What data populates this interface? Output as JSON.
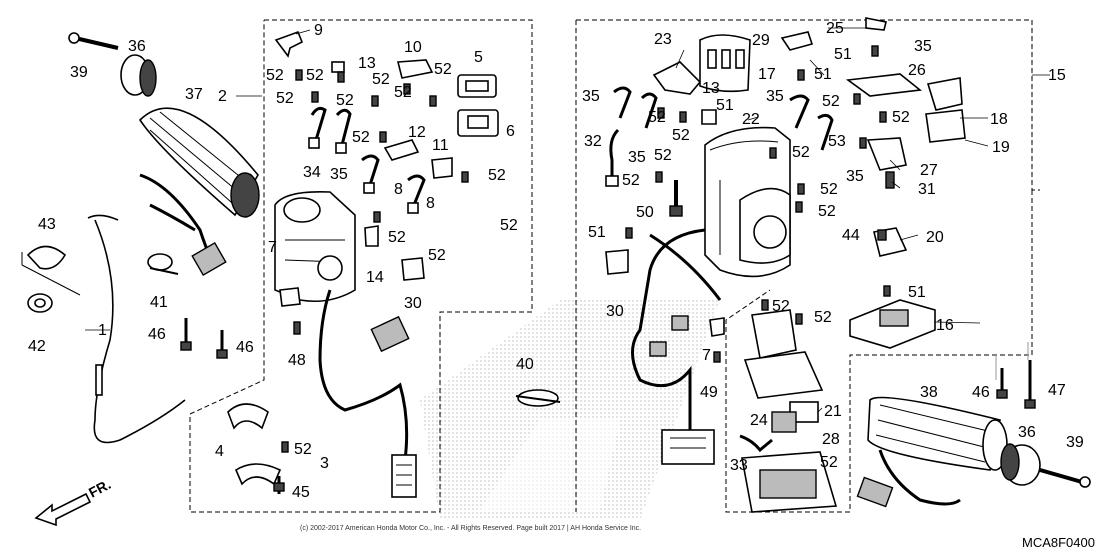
{
  "diagram": {
    "code": "MCA8F0400",
    "direction_label": "FR.",
    "copyright": "(c) 2002-2017 American Honda Motor Co., Inc. - All Rights Reserved. Page built 2017 | AH Honda Service Inc.",
    "callouts": {
      "c1": "1",
      "c2": "2",
      "c3": "3",
      "c4": "4",
      "c5": "5",
      "c6": "6",
      "c7a": "7",
      "c7b": "7",
      "c8a": "8",
      "c8b": "8",
      "c9": "9",
      "c10": "10",
      "c11": "11",
      "c12": "12",
      "c13a": "13",
      "c13b": "13",
      "c14": "14",
      "c15": "15",
      "c16": "16",
      "c17": "17",
      "c18": "18",
      "c19": "19",
      "c20": "20",
      "c21": "21",
      "c22": "22",
      "c23": "23",
      "c24": "24",
      "c25": "25",
      "c26": "26",
      "c27": "27",
      "c28": "28",
      "c29": "29",
      "c30a": "30",
      "c30b": "30",
      "c31": "31",
      "c32": "32",
      "c33": "33",
      "c34": "34",
      "c35a": "35",
      "c35b": "35",
      "c35c": "35",
      "c35d": "35",
      "c35e": "35",
      "c35f": "35",
      "c36a": "36",
      "c36b": "36",
      "c37": "37",
      "c38": "38",
      "c39a": "39",
      "c39b": "39",
      "c40": "40",
      "c41": "41",
      "c42": "42",
      "c43": "43",
      "c44": "44",
      "c45": "45",
      "c46a": "46",
      "c46b": "46",
      "c46c": "46",
      "c47": "47",
      "c48": "48",
      "c49": "49",
      "c50": "50",
      "c51a": "51",
      "c51b": "51",
      "c51c": "51",
      "c51d": "51",
      "c51e": "51",
      "c52a": "52",
      "c52b": "52",
      "c52c": "52",
      "c52d": "52",
      "c52e": "52",
      "c52f": "52",
      "c52g": "52",
      "c52h": "52",
      "c52i": "52",
      "c52j": "52",
      "c52k": "52",
      "c52l": "52",
      "c52m": "52",
      "c52n": "52",
      "c52o": "52",
      "c52p": "52",
      "c52q": "52",
      "c52r": "52",
      "c52s": "52",
      "c52t": "52",
      "c52u": "52",
      "c52v": "52",
      "c52w": "52",
      "c52x": "52",
      "c52y": "52",
      "c53": "53"
    }
  }
}
